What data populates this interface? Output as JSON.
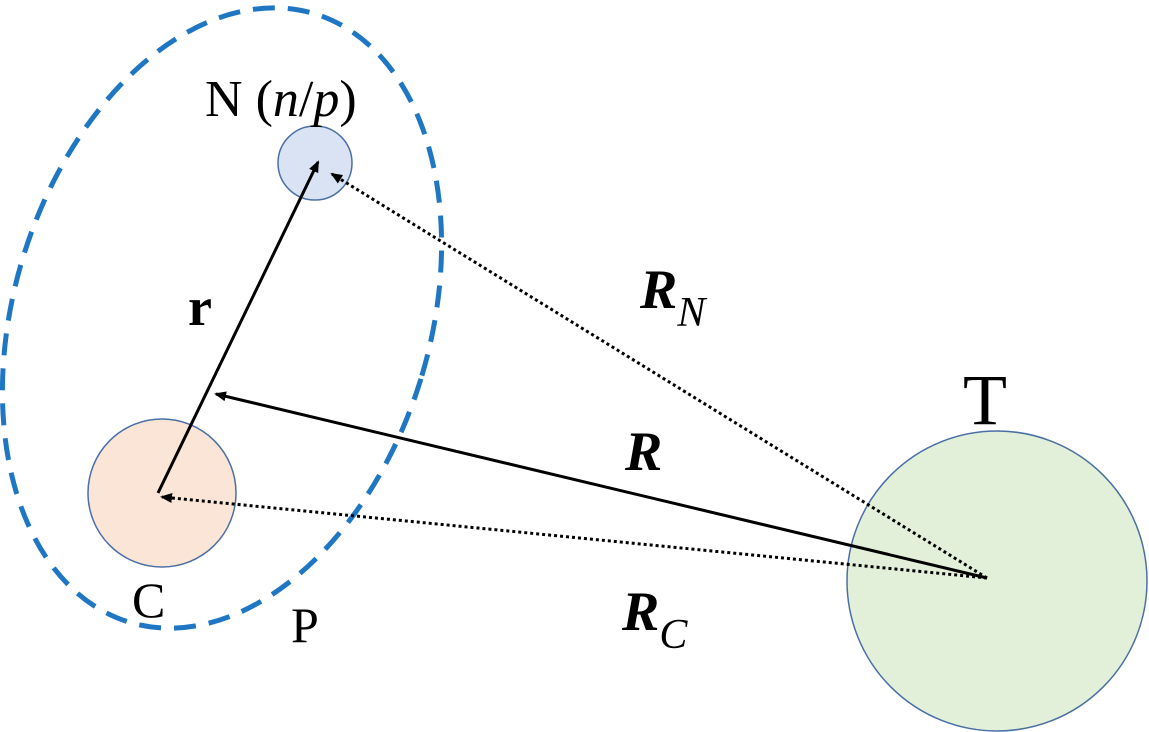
{
  "diagram": {
    "labels": {
      "nucleon": "N",
      "nucleon_open_paren": " (",
      "nucleon_n": "n",
      "nucleon_slash": "/",
      "nucleon_p": "p",
      "nucleon_close_paren": ")",
      "core": "C",
      "projectile": "P",
      "target": "T",
      "r": "r",
      "R": "R",
      "RN_main": "R",
      "RN_sub": "N",
      "RC_main": "R",
      "RC_sub": "C"
    },
    "colors": {
      "nucleon_fill": "#dae3f3",
      "core_fill": "#fbe5d6",
      "target_fill": "#e2f0d9",
      "circle_stroke": "#4a6fa5",
      "projectile_dash": "#1f77c4",
      "arrow": "#000000"
    }
  }
}
